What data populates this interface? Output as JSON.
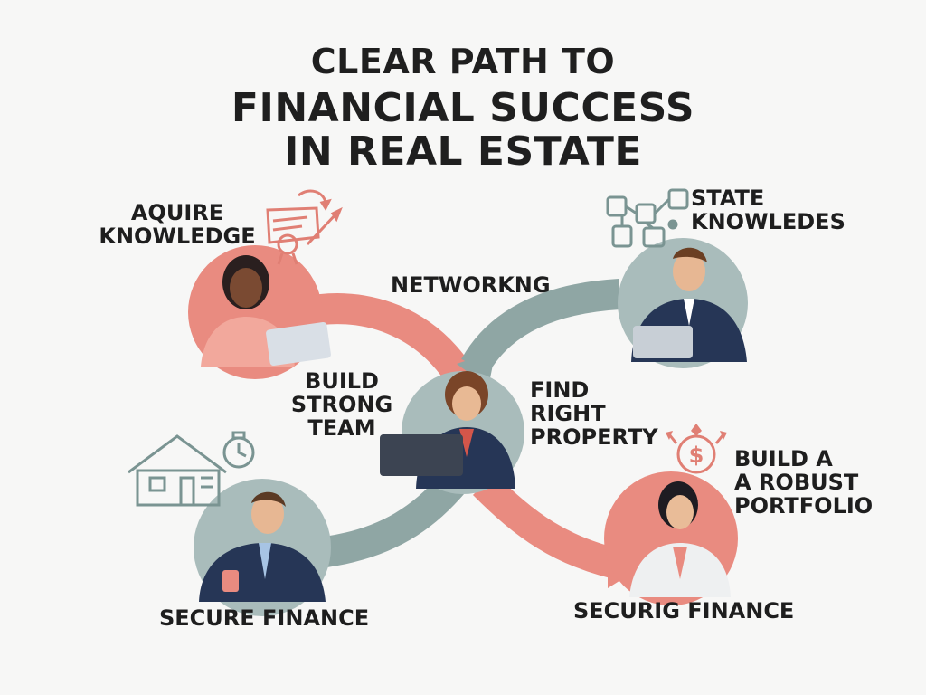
{
  "title": {
    "line1": "CLEAR PATH TO",
    "line2": "FINANCIAL SUCCESS",
    "line3": "IN REAL ESTATE"
  },
  "steps": {
    "acquire": {
      "line1": "AQUIRE",
      "line2": "KNOWLEDGE",
      "icon": "scroll-certificate-icon"
    },
    "state": {
      "line1": "STATE",
      "line2": "KNOWLEDES",
      "icon": "network-locks-icon"
    },
    "networking": {
      "label": "NETWORKNG"
    },
    "team": {
      "line1": "BUILD",
      "line2": "STRONG",
      "line3": "TEAM"
    },
    "property": {
      "line1": "FIND",
      "line2": "RIGHT",
      "line3": "PROPERTY"
    },
    "portfolio": {
      "line1": "BUILD A",
      "line2": "A ROBUST",
      "line3": "PORTFOLIO",
      "icon": "dollar-coin-icon"
    },
    "secure_left": {
      "label": "SECURE FINANCE",
      "icon": "house-clock-icon"
    },
    "secure_right": {
      "label": "SECURIG FINANCE"
    }
  },
  "colors": {
    "coral": "#e98b80",
    "teal_gray": "#8fa6a4",
    "navy": "#2b3a55",
    "background": "#f7f7f6"
  }
}
